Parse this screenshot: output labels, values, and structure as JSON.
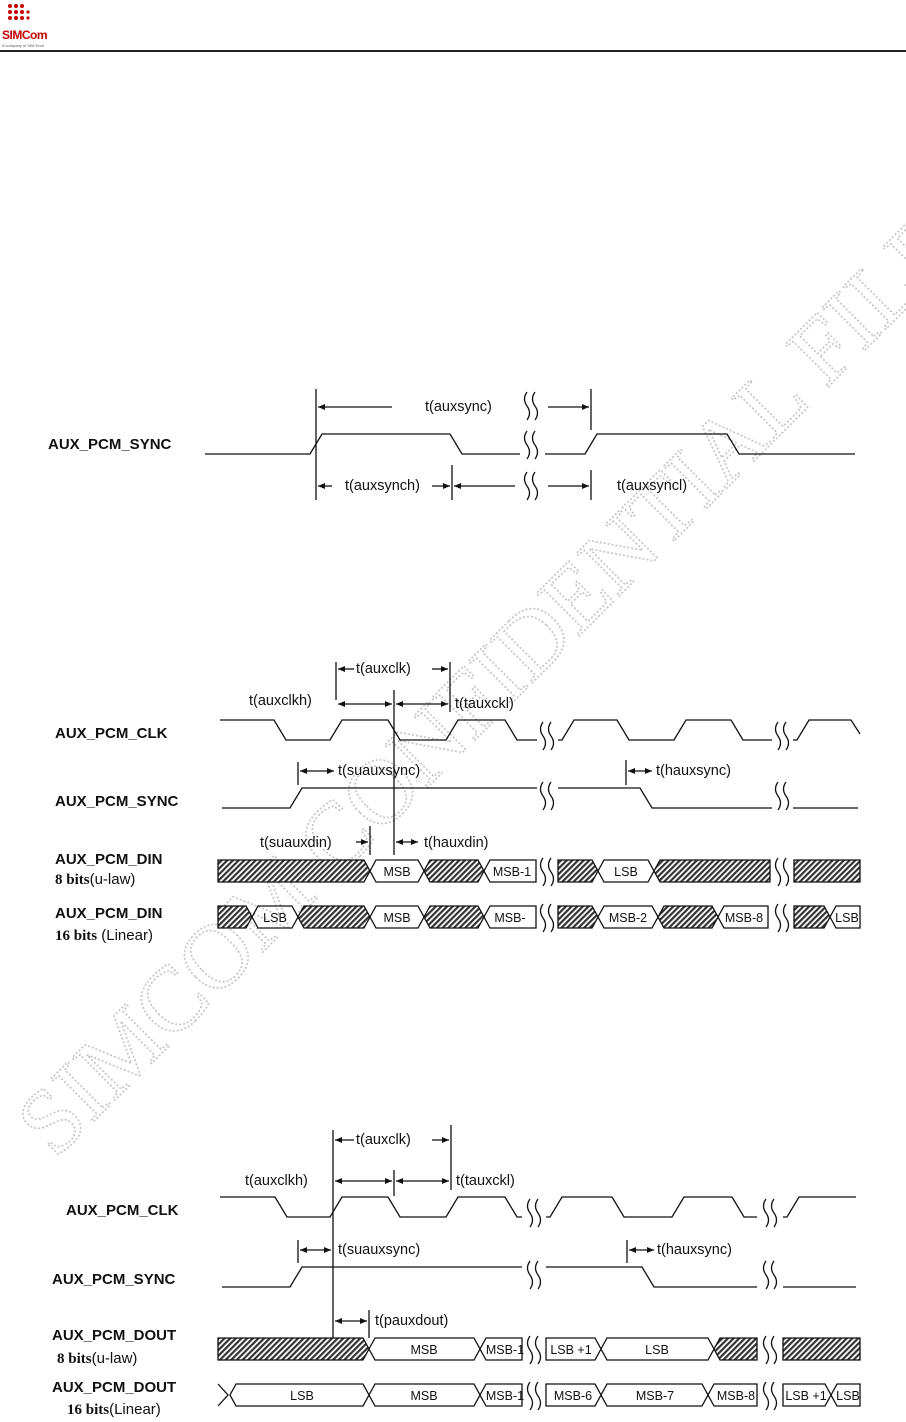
{
  "header": {
    "logo_text": "SIMCom",
    "logo_tagline": "A company of SIM Tech"
  },
  "watermark": "SIMCOM CONFIDENTIAL FILE",
  "sync_diagram": {
    "signal": "AUX_PCM_SYNC",
    "t_period": "t(auxsync)",
    "t_high": "t(auxsynch)",
    "t_low": "t(auxsyncl)"
  },
  "din_diagram": {
    "clk_signal": "AUX_PCM_CLK",
    "sync_signal": "AUX_PCM_SYNC",
    "din8_signal": "AUX_PCM_DIN",
    "din8_sub_bold": "8 bits",
    "din8_sub_rest": "(u-law)",
    "din16_signal": "AUX_PCM_DIN",
    "din16_sub_bold": "16 bits",
    "din16_sub_rest": " (Linear)",
    "t_clk": "t(auxclk)",
    "t_clkh": "t(auxclkh)",
    "t_clkl": "t(tauxckl)",
    "t_su_sync": "t(suauxsync)",
    "t_h_sync": "t(hauxsync)",
    "t_su_din": "t(suauxdin)",
    "t_h_din": "t(hauxdin)",
    "din8_bits": [
      "MSB",
      "MSB-1",
      "LSB"
    ],
    "din16_bits": [
      "LSB",
      "MSB",
      "MSB-",
      "MSB-2",
      "MSB-8",
      "LSB"
    ]
  },
  "dout_diagram": {
    "clk_signal": "AUX_PCM_CLK",
    "sync_signal": "AUX_PCM_SYNC",
    "dout8_signal": "AUX_PCM_DOUT",
    "dout8_sub_bold": "8 bits",
    "dout8_sub_rest": "(u-law)",
    "dout16_signal": "AUX_PCM_DOUT",
    "dout16_sub_bold": "16 bits",
    "dout16_sub_rest": "(Linear)",
    "t_clk": "t(auxclk)",
    "t_clkh": "t(auxclkh)",
    "t_clkl": "t(tauxckl)",
    "t_su_sync": "t(suauxsync)",
    "t_h_sync": "t(hauxsync)",
    "t_p_dout": "t(pauxdout)",
    "dout8_bits": [
      "MSB",
      "MSB-1",
      "LSB +1",
      "LSB"
    ],
    "dout16_bits": [
      "LSB",
      "MSB",
      "MSB-1",
      "MSB-6",
      "MSB-7",
      "MSB-8",
      "LSB +1",
      "LSB"
    ]
  },
  "colors": {
    "logo": "#c40000",
    "line": "#111111",
    "watermark": "#c4c4c4"
  }
}
